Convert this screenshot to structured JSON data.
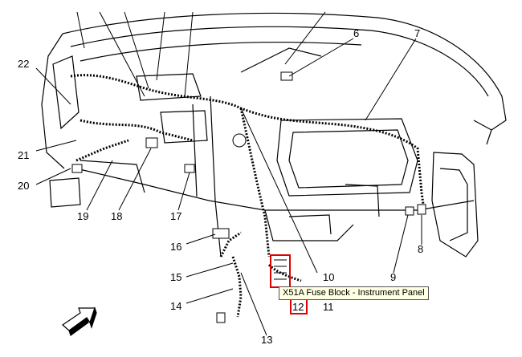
{
  "colors": {
    "line": "#000000",
    "highlight": "#e00000",
    "tooltip_bg": "#ffffe1"
  },
  "callouts": [
    "22",
    "21",
    "20",
    "19",
    "18",
    "17",
    "16",
    "15",
    "14",
    "13",
    "12",
    "11",
    "10",
    "9",
    "8",
    "7",
    "6"
  ],
  "tooltip": {
    "text": "X51A Fuse Block - Instrument Panel"
  },
  "direction_icon": "front-arrow-icon"
}
